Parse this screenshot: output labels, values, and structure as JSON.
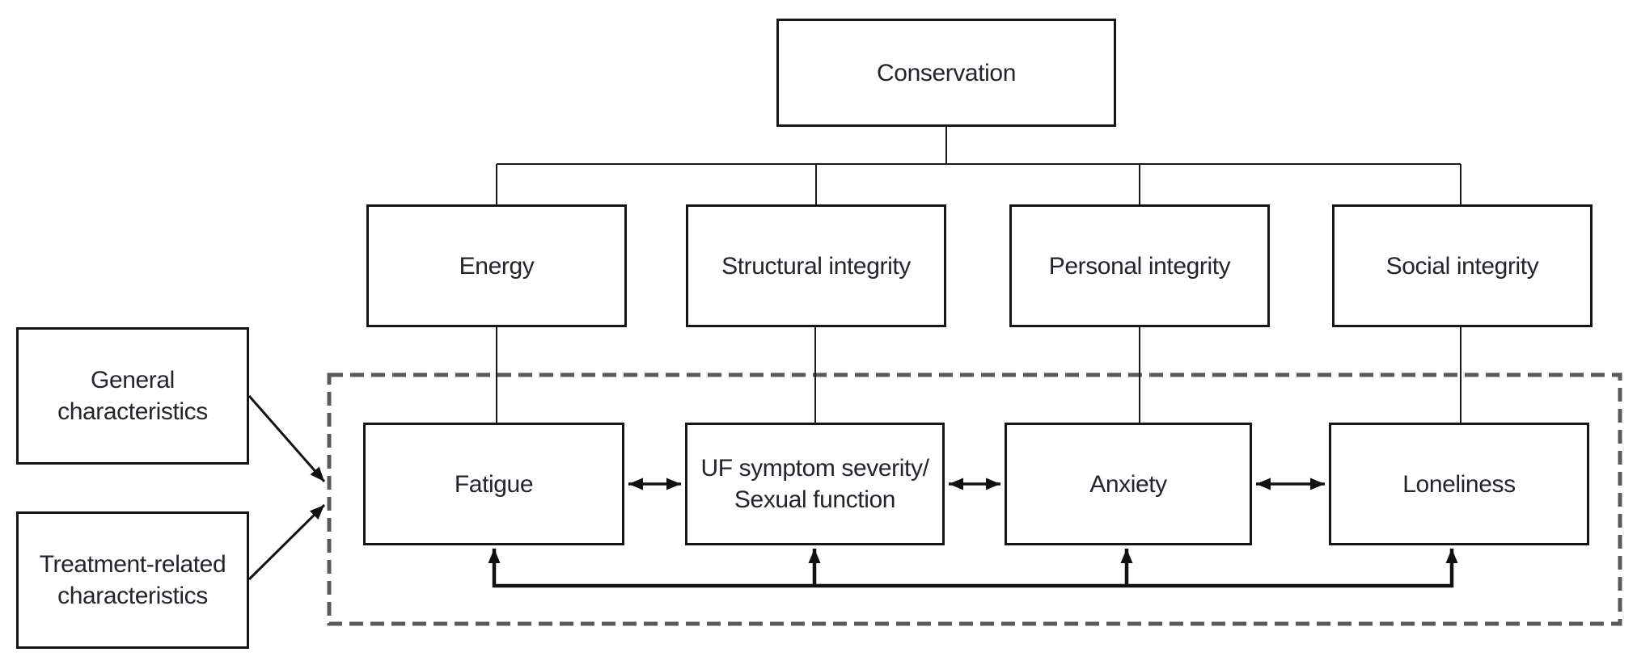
{
  "diagram": {
    "type": "conceptual-framework-flowchart",
    "nodes": {
      "conservation": {
        "label": "Conservation"
      },
      "energy": {
        "label": "Energy"
      },
      "structural_integrity": {
        "label": "Structural integrity"
      },
      "personal_integrity": {
        "label": "Personal integrity"
      },
      "social_integrity": {
        "label": "Social integrity"
      },
      "fatigue": {
        "label": "Fatigue"
      },
      "uf_symptom": {
        "label": "UF symptom severity/\nSexual function"
      },
      "anxiety": {
        "label": "Anxiety"
      },
      "loneliness": {
        "label": "Loneliness"
      },
      "general_characteristics": {
        "label": "General\ncharacteristics"
      },
      "treatment_characteristics": {
        "label": "Treatment-related\ncharacteristics"
      }
    },
    "edges": [
      {
        "from": "conservation",
        "to": "energy",
        "style": "plain-line"
      },
      {
        "from": "conservation",
        "to": "structural_integrity",
        "style": "plain-line"
      },
      {
        "from": "conservation",
        "to": "personal_integrity",
        "style": "plain-line"
      },
      {
        "from": "conservation",
        "to": "social_integrity",
        "style": "plain-line"
      },
      {
        "from": "energy",
        "to": "fatigue",
        "style": "plain-line"
      },
      {
        "from": "structural_integrity",
        "to": "uf_symptom",
        "style": "plain-line"
      },
      {
        "from": "personal_integrity",
        "to": "anxiety",
        "style": "plain-line"
      },
      {
        "from": "social_integrity",
        "to": "loneliness",
        "style": "plain-line"
      },
      {
        "from": "fatigue",
        "to": "uf_symptom",
        "style": "double-headed-arrow"
      },
      {
        "from": "uf_symptom",
        "to": "anxiety",
        "style": "double-headed-arrow"
      },
      {
        "from": "anxiety",
        "to": "loneliness",
        "style": "double-headed-arrow"
      },
      {
        "from": "general_characteristics",
        "to": "dashed-boundary",
        "style": "arrow"
      },
      {
        "from": "treatment_characteristics",
        "to": "dashed-boundary",
        "style": "arrow"
      },
      {
        "from": "feedback-line",
        "to": "fatigue",
        "style": "arrow-up"
      },
      {
        "from": "feedback-line",
        "to": "uf_symptom",
        "style": "arrow-up"
      },
      {
        "from": "feedback-line",
        "to": "anxiety",
        "style": "arrow-up"
      },
      {
        "from": "feedback-line",
        "to": "loneliness",
        "style": "arrow-up"
      }
    ],
    "colors": {
      "background": "#ffffff",
      "box_border": "#161616",
      "line": "#1a1a1a",
      "text": "#24242c",
      "dashed_boundary": "#5a5a5a"
    }
  }
}
